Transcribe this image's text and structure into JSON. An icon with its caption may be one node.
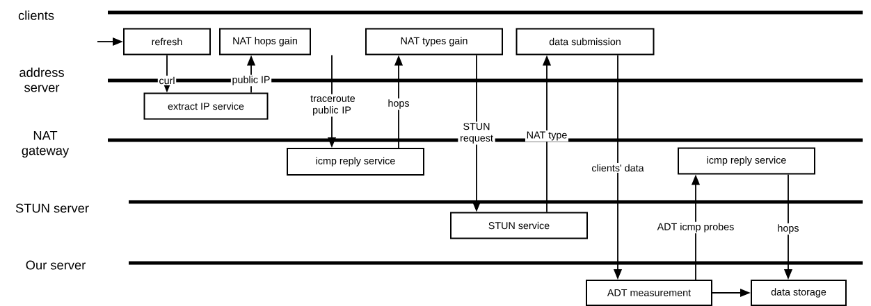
{
  "diagram": {
    "nodes": [
      {
        "text": [
          "refresh"
        ]
      },
      {
        "text": [
          "NAT hops gain"
        ]
      },
      {
        "text": [
          "NAT types gain"
        ]
      },
      {
        "text": [
          "data submission"
        ]
      },
      {
        "text": [
          "extract IP service"
        ]
      },
      {
        "text": [
          "icmp reply service"
        ]
      },
      {
        "text": [
          "STUN service"
        ]
      },
      {
        "text": [
          "icmp reply service"
        ]
      },
      {
        "text": [
          "ADT measurement"
        ]
      },
      {
        "text": [
          "data storage"
        ]
      }
    ],
    "edges": [
      {
        "from": null,
        "to": 0,
        "arrow": "to"
      },
      {
        "from": 0,
        "to": 4,
        "arrow": "to",
        "label": "curl"
      },
      {
        "from": 4,
        "to": 1,
        "arrow": "to",
        "label": "public IP"
      },
      {
        "from": 1,
        "to": 5,
        "arrow": "to",
        "label": "traceroute public IP"
      },
      {
        "from": 5,
        "to": 2,
        "arrow": "to",
        "label": "hops"
      },
      {
        "from": 2,
        "to": 6,
        "arrow": "to",
        "label": "STUN request"
      },
      {
        "from": 6,
        "to": 3,
        "arrow": "to",
        "label": "NAT type"
      },
      {
        "from": 3,
        "to": 8,
        "arrow": "to",
        "label": "clients' data"
      },
      {
        "from": 8,
        "to": 7,
        "arrow": "to",
        "label": "ADT icmp probes"
      },
      {
        "from": 7,
        "to": 9,
        "arrow": "to",
        "label": "hops"
      },
      {
        "from": 8,
        "to": 9,
        "arrow": "to"
      }
    ],
    "labels": [
      "clients",
      "address server",
      "NAT gateway",
      "STUN server",
      "Our server"
    ]
  }
}
